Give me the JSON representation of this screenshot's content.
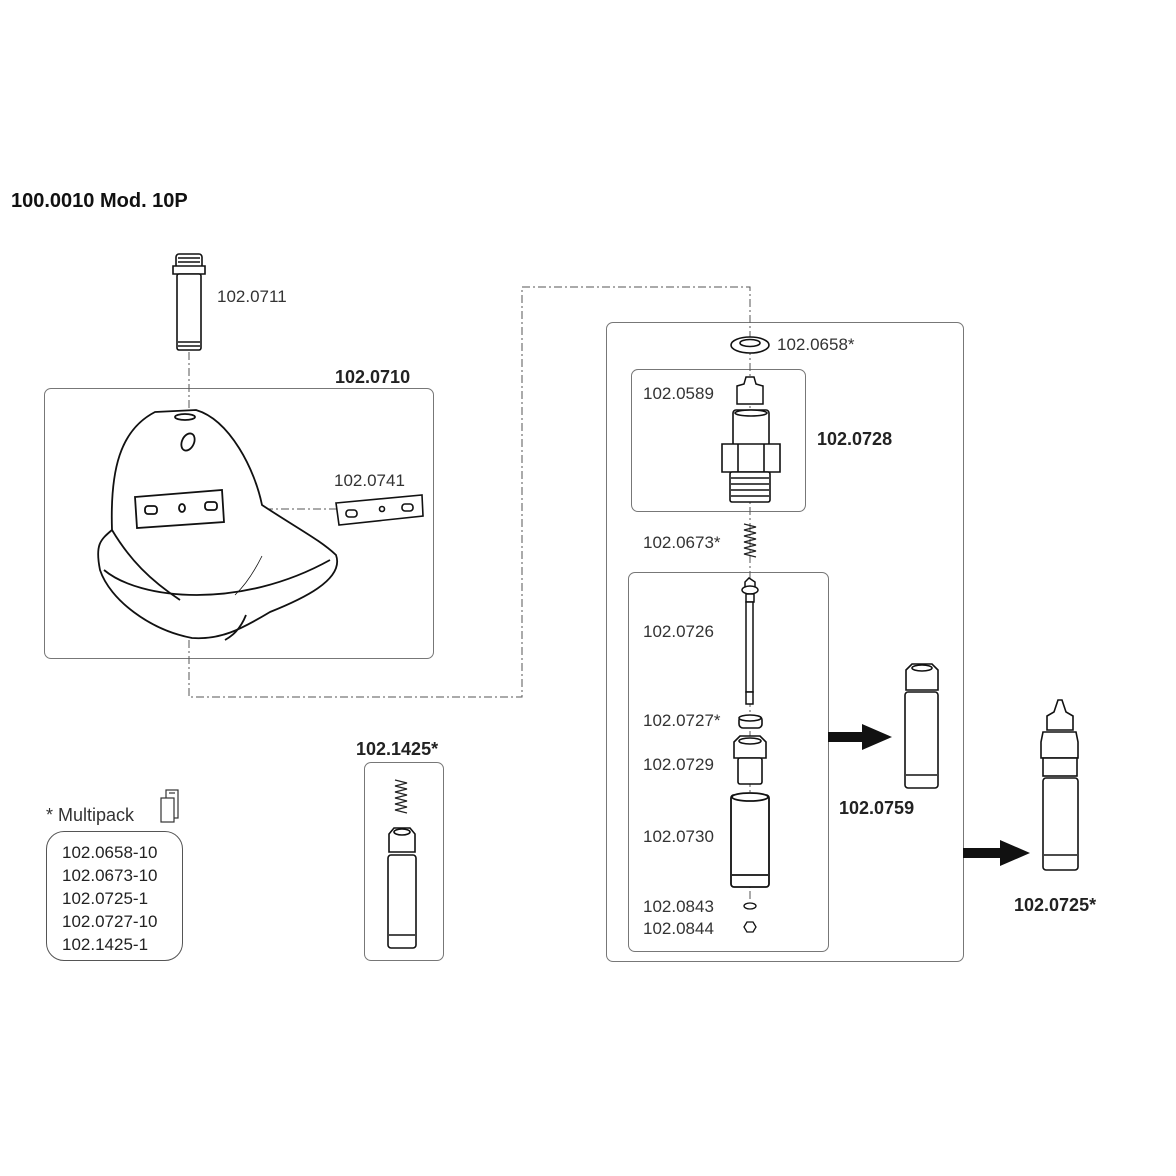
{
  "title": "100.0010 Mod. 10P",
  "parts": {
    "p0711": "102.0711",
    "p0710": "102.0710",
    "p0741": "102.0741",
    "p0658": "102.0658*",
    "p0589": "102.0589",
    "p0728": "102.0728",
    "p0673": "102.0673*",
    "p0726": "102.0726",
    "p0727": "102.0727*",
    "p0729": "102.0729",
    "p0730": "102.0730",
    "p0843": "102.0843",
    "p0844": "102.0844",
    "p0759": "102.0759",
    "p0725": "102.0725*",
    "p1425": "102.1425*"
  },
  "multipack": {
    "heading": "* Multipack",
    "icon": "multipack-box-icon",
    "items": [
      "102.0658-10",
      "102.0673-10",
      "102.0725-1",
      "102.0727-10",
      "102.1425-1"
    ]
  }
}
